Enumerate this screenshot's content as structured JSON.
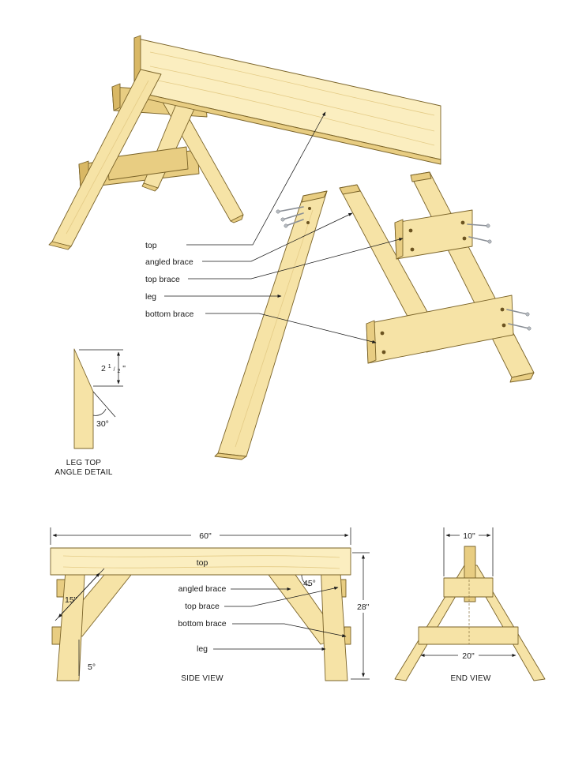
{
  "exploded_labels": {
    "top": "top",
    "angled_brace": "angled brace",
    "top_brace": "top brace",
    "leg": "leg",
    "bottom_brace": "bottom brace"
  },
  "leg_detail": {
    "caption_line1": "LEG TOP",
    "caption_line2": "ANGLE DETAIL",
    "dim_whole": "2",
    "dim_num": "1",
    "dim_den": "2",
    "dim_unit": "\"",
    "angle": "30°"
  },
  "side_view": {
    "caption": "SIDE VIEW",
    "length": "60\"",
    "height": "28\"",
    "brace_len": "15\"",
    "leg_angle": "5°",
    "brace_angle": "45°",
    "labels": {
      "top": "top",
      "angled_brace": "angled brace",
      "top_brace": "top brace",
      "bottom_brace": "bottom brace",
      "leg": "leg"
    }
  },
  "end_view": {
    "caption": "END VIEW",
    "top_width": "10\"",
    "bottom_width": "20\""
  }
}
